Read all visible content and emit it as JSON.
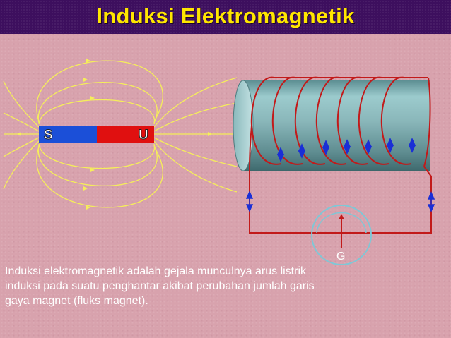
{
  "slide": {
    "title": "Induksi Elektromagnetik",
    "colors": {
      "background": "#d9a3ae",
      "title_bar": "#3d0f5e",
      "title_text": "#ffe600",
      "field_lines": "#f5ee5a",
      "coil_wire": "#c21a1a",
      "current_arrows": "#1a2fd6",
      "galvanometer": "#7fc7d6",
      "magnet_south": "#1b4fd8",
      "magnet_north": "#e01010"
    }
  },
  "magnet": {
    "south_label": "S",
    "north_label": "U"
  },
  "galvanometer": {
    "label": "G"
  },
  "caption": {
    "lines": [
      "Induksi elektromagnetik adalah gejala munculnya arus listrik",
      "induksi pada suatu penghantar akibat  perubahan jumlah garis",
      "gaya magnet  (fluks magnet)."
    ]
  }
}
